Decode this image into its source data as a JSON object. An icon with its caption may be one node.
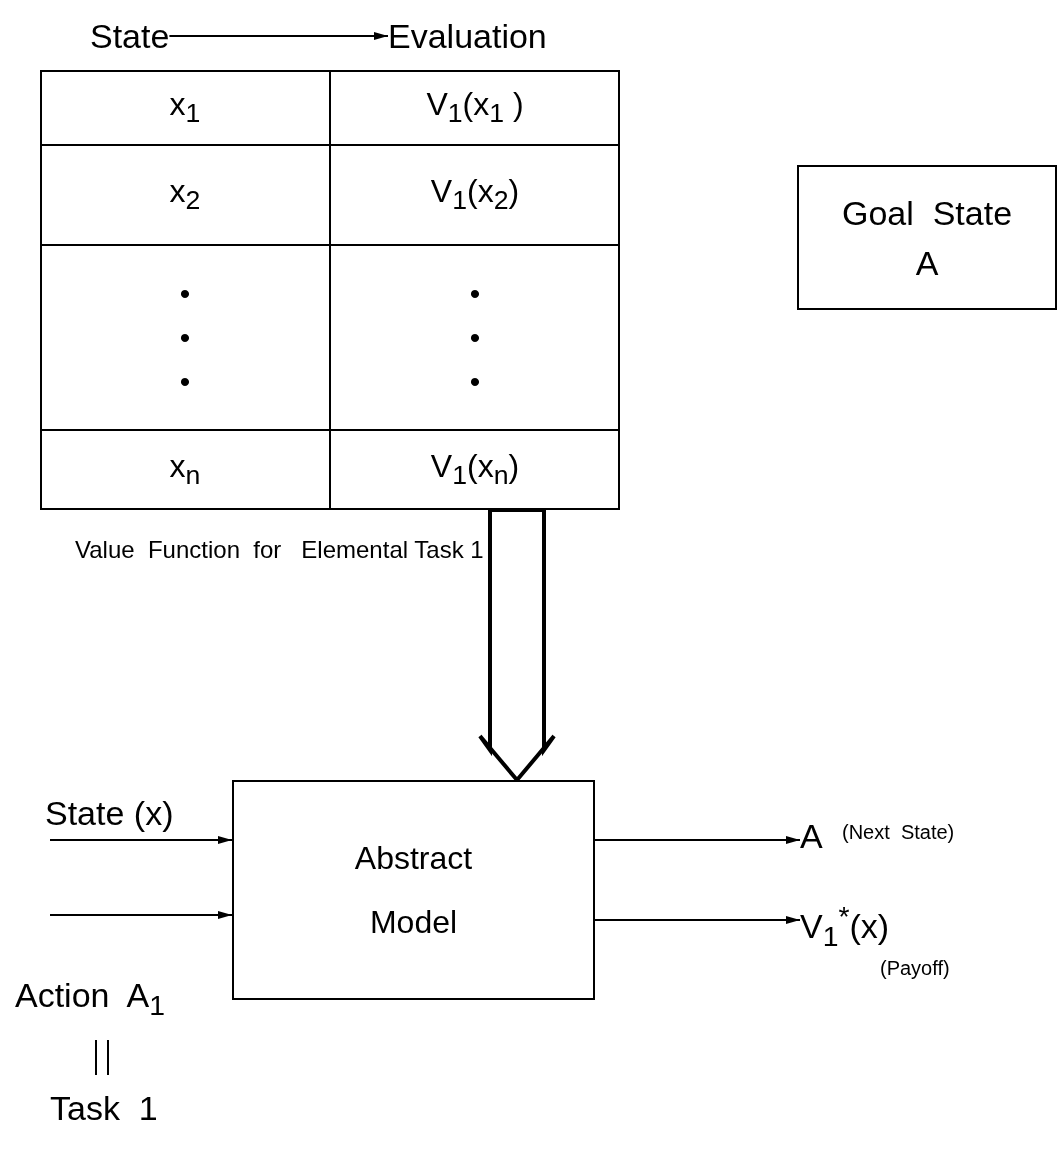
{
  "diagram": {
    "nodes": [
      {
        "text": [
          "State"
        ]
      },
      {
        "text": [
          "Evaluation"
        ]
      },
      {
        "text": [
          "x$_{1}$",
          "V$_{1}$(x$_{1}$ )",
          "x$_{2}$",
          "V$_{1}$(x$_{2}$)",
          "• • •",
          "• • •",
          "x$_{n}$",
          "V$_{1}$(x$_{n}$)"
        ],
        "beside": [
          "Value  Function  for   Elemental Task 1"
        ]
      },
      {
        "text": [
          "Goal  State",
          "A"
        ]
      },
      {
        "text": [
          "Abstract Model"
        ]
      },
      {
        "text": [
          "A",
          "(Next  State)"
        ]
      },
      {
        "text": [
          "V$_{1}$$^{*}$(x)",
          "(Payoff)"
        ]
      }
    ],
    "edges": [
      {
        "from": 0,
        "to": 1,
        "arrow": "to"
      },
      {
        "from": 2,
        "to": 4,
        "arrow": "to",
        "style": "thick"
      },
      {
        "from": null,
        "to": 4,
        "arrow": "to",
        "label": "State (x)"
      },
      {
        "from": null,
        "to": 4,
        "arrow": "to",
        "label": "Action  A$_{1}$"
      },
      {
        "from": 4,
        "to": 5,
        "arrow": "to"
      },
      {
        "from": 4,
        "to": 6,
        "arrow": "to"
      }
    ],
    "labels": [
      "Task  1"
    ]
  }
}
